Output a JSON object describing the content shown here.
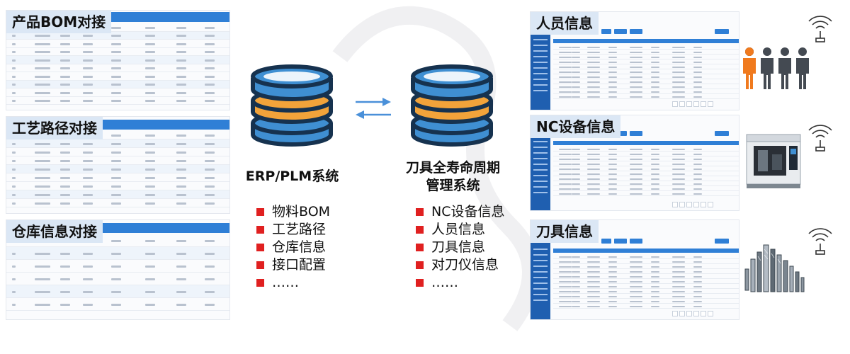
{
  "left_panels": [
    {
      "label": "产品BOM对接"
    },
    {
      "label": "工艺路径对接"
    },
    {
      "label": "仓库信息对接"
    }
  ],
  "right_panels": [
    {
      "label": "人员信息"
    },
    {
      "label": "NC设备信息"
    },
    {
      "label": "刀具信息"
    }
  ],
  "erp": {
    "title": "ERP/PLM系统",
    "items": [
      "物料BOM",
      "工艺路径",
      "仓库信息",
      "接口配置",
      "……"
    ]
  },
  "tool": {
    "title_line1": "刀具全寿命周期",
    "title_line2": "管理系统",
    "items": [
      "NC设备信息",
      "人员信息",
      "刀具信息",
      "对刀仪信息",
      "……"
    ]
  },
  "colors": {
    "accent": "#2f7fd6",
    "bullet": "#e02020",
    "label_bg": "#dbe7f5",
    "people": "#444a52",
    "people_accent": "#f07a1e"
  },
  "icons": [
    "database-icon",
    "sync-arrows-icon",
    "wireless-icon",
    "people-icon",
    "cnc-machine-icon",
    "cutting-tools-icon"
  ]
}
